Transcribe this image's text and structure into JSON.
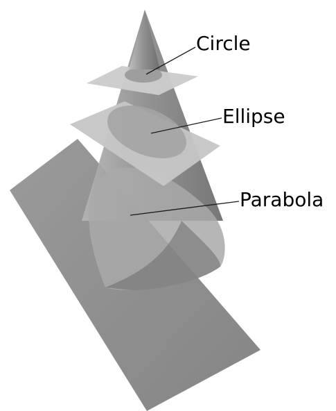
{
  "labels": {
    "circle": "Circle",
    "ellipse": "Ellipse",
    "parabola": "Parabola"
  },
  "colors": {
    "background": "#ffffff",
    "cone": "#8c8c8c",
    "plane_parabola": "#8f8f8f",
    "plane_small": "#c4c4c4",
    "leader": "#1a1a1a",
    "text": "#000000"
  }
}
